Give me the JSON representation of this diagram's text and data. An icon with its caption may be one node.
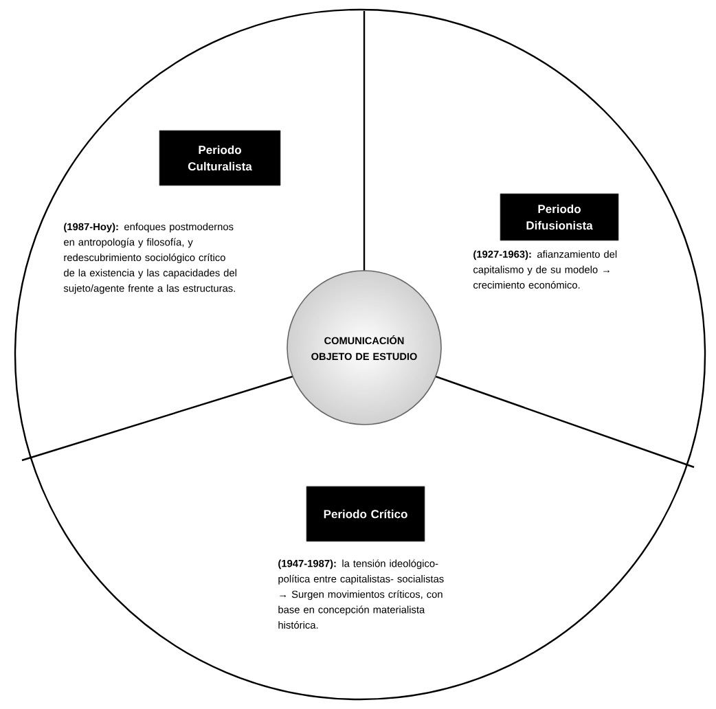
{
  "diagram": {
    "nodes": [
      {
        "text": [
          "COMUNICACIÓN OBJETO DE ESTUDIO"
        ]
      },
      {
        "text": [
          "Periodo Culturalista"
        ]
      },
      {
        "text": [
          "Periodo Difusionista"
        ]
      },
      {
        "text": [
          "Periodo Crítico"
        ]
      }
    ],
    "labels": [
      "**(1987-Hoy):** enfoques postmodernos en antropología y filosofía, y redescubrimiento sociológico crítico de la existencia  y las capacidades del sujeto/agente frente a las estructuras.",
      "**(1927-1963):** afianzamiento del capitalismo y de su modelo → crecimiento económico.",
      "**(1947-1987):** la tensión ideológico- política entre capitalistas- socialistas → Surgen movimientos críticos, con base en concepción materialista histórica."
    ]
  }
}
